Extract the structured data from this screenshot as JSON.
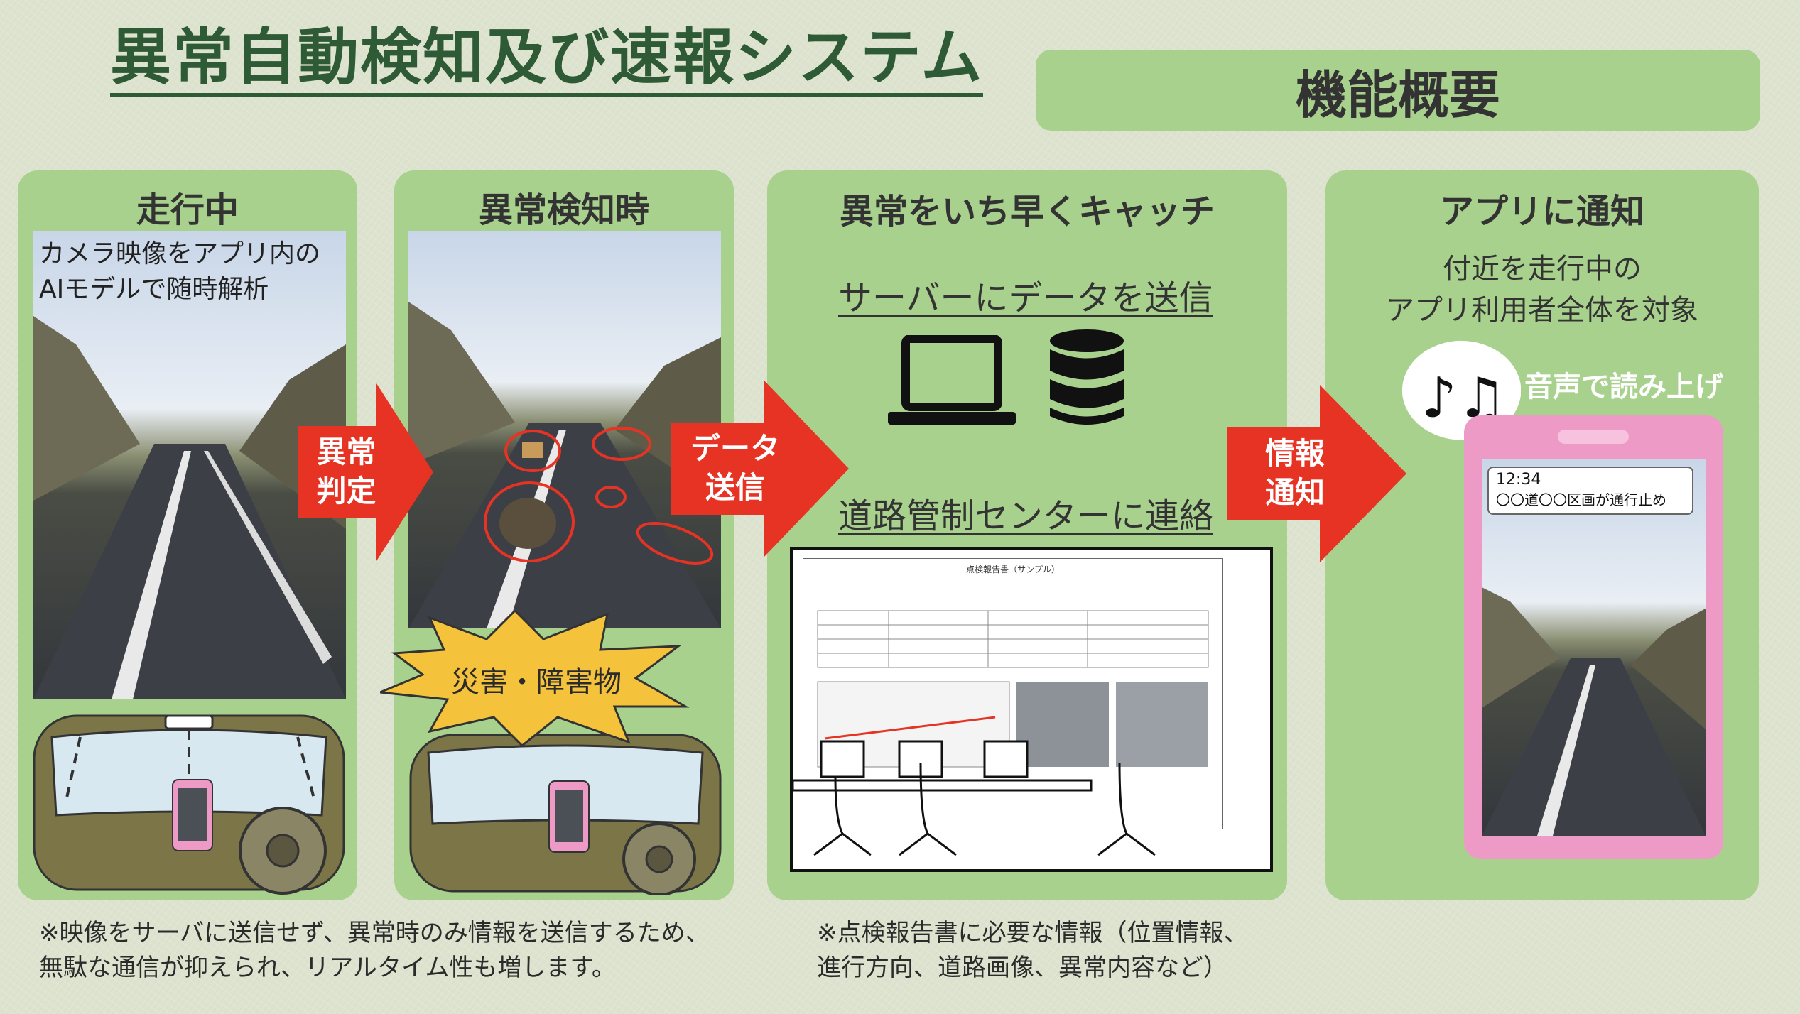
{
  "title": "異常自動検知及び速報システム",
  "feature_label": "機能概要",
  "panels": [
    {
      "title": "走行中",
      "caption_line1": "カメラ映像をアプリ内の",
      "caption_line2": "AIモデルで随時解析"
    },
    {
      "title": "異常検知時",
      "burst_label": "災害・障害物"
    },
    {
      "title": "異常をいち早くキャッチ",
      "server_label": "サーバーにデータを送信",
      "center_label": "道路管制センターに連絡",
      "report_title": "点検報告書（サンプル）"
    },
    {
      "title": "アプリに通知",
      "target_line1": "付近を走行中の",
      "target_line2": "アプリ利用者全体を対象",
      "voice_label": "音声で読み上げ",
      "notify_time": "12:34",
      "notify_text": "〇〇道〇〇区画が通行止め"
    }
  ],
  "arrows": [
    {
      "label": "異常\n判定"
    },
    {
      "label": "データ\n送信"
    },
    {
      "label": "情報\n通知"
    }
  ],
  "notes": {
    "left": "※映像をサーバに送信せず、異常時のみ情報を送信するため、\n無駄な通信が抑えられ、リアルタイム性も増します。",
    "right": "※点検報告書に必要な情報（位置情報、\n進行方向、道路画像、異常内容など）"
  },
  "colors": {
    "panel": "#a9d18e",
    "arrow": "#e63323",
    "title": "#2e5a36",
    "phone": "#ee9ac6",
    "burst": "#f5c33b"
  },
  "icons": [
    "laptop-icon",
    "database-icon",
    "music-notes-icon",
    "steering-wheel-icon"
  ]
}
